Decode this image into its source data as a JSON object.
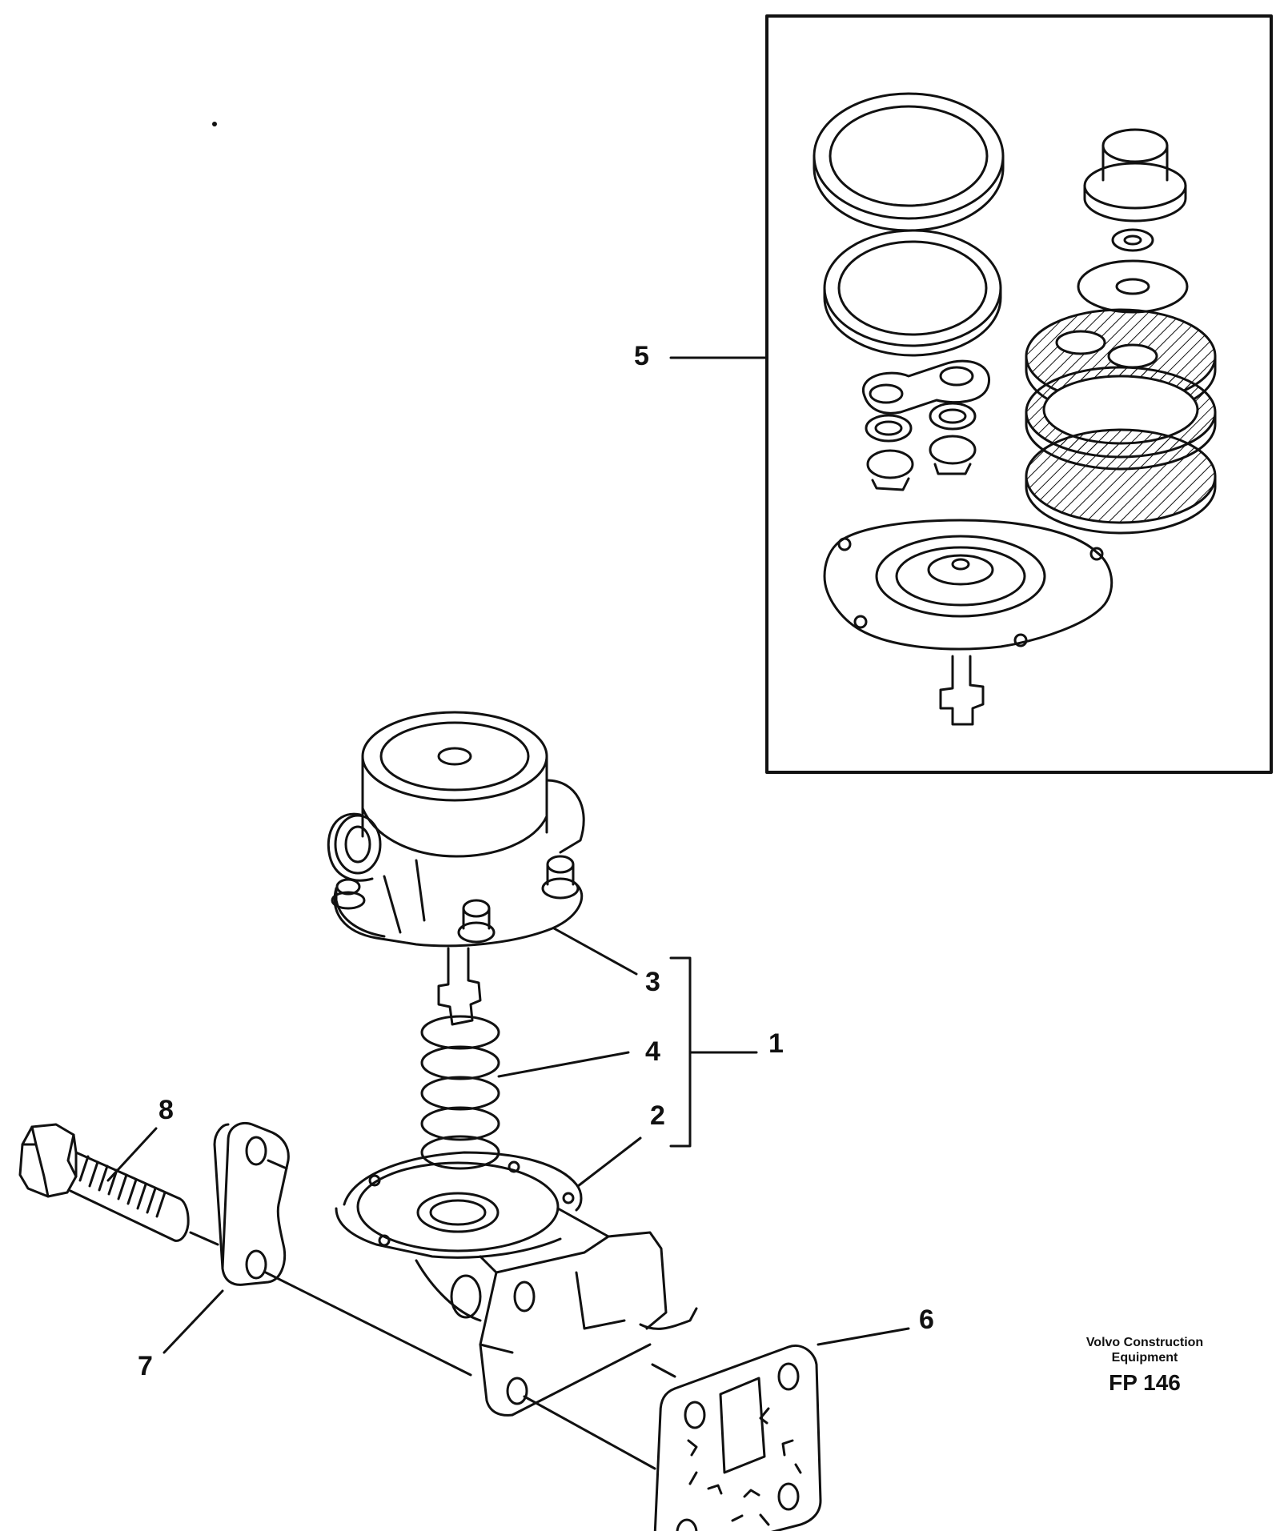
{
  "callouts": {
    "c1": "1",
    "c2": "2",
    "c3": "3",
    "c4": "4",
    "c5": "5",
    "c6": "6",
    "c7": "7",
    "c8": "8"
  },
  "brand": {
    "line1": "Volvo Construction",
    "line2": "Equipment",
    "code": "FP 146"
  },
  "colors": {
    "ink": "#111111",
    "paper": "#ffffff"
  }
}
